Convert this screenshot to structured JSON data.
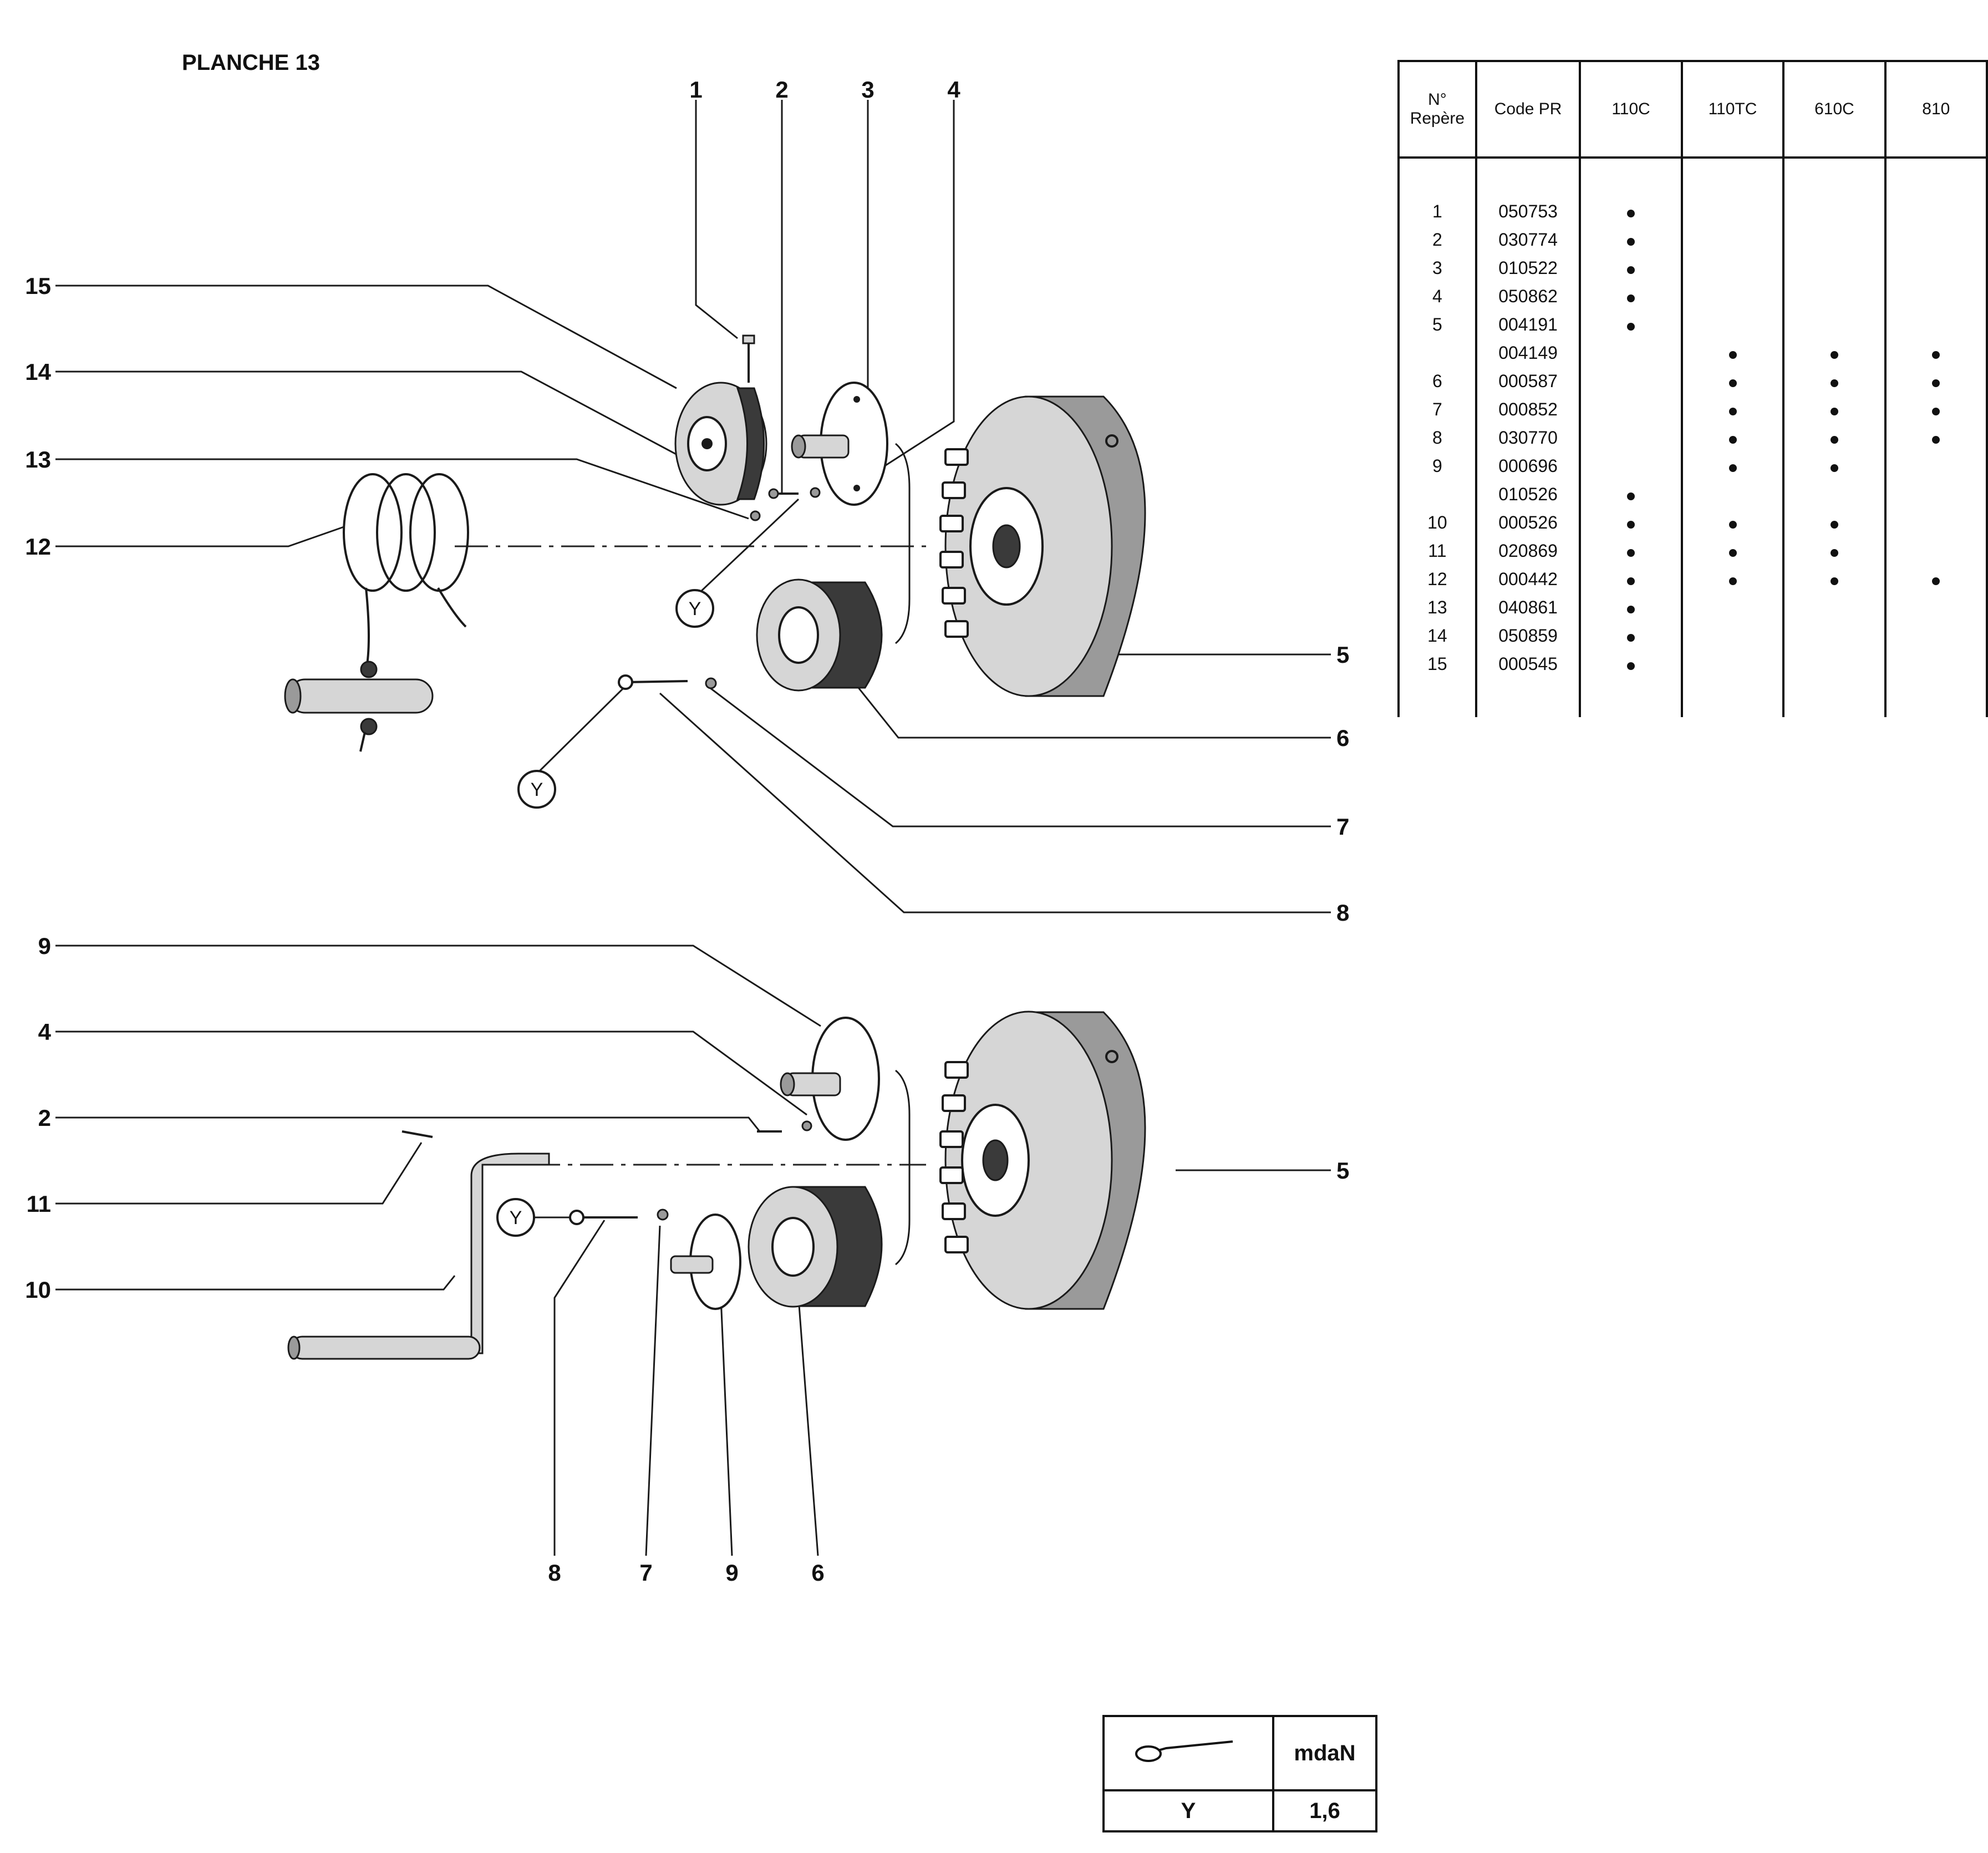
{
  "title": "PLANCHE 13",
  "callouts": {
    "top_numbers": [
      "1",
      "2",
      "3",
      "4"
    ],
    "left_top": [
      "15",
      "14",
      "13",
      "12"
    ],
    "right_top": [
      "5",
      "6",
      "7",
      "8"
    ],
    "left_bottom": [
      "9",
      "4",
      "2",
      "11",
      "10"
    ],
    "right_bottom": [
      "5"
    ],
    "bottom_numbers": [
      "8",
      "7",
      "9",
      "6"
    ],
    "torque_marker": "Y"
  },
  "parts_table": {
    "headers": [
      "N° Repère",
      "Code PR",
      "110C",
      "110TC",
      "610C",
      "810"
    ],
    "rows": [
      {
        "ref": "1",
        "code": "050753",
        "marks": [
          1,
          0,
          0,
          0
        ]
      },
      {
        "ref": "2",
        "code": "030774",
        "marks": [
          1,
          0,
          0,
          0
        ]
      },
      {
        "ref": "3",
        "code": "010522",
        "marks": [
          1,
          0,
          0,
          0
        ]
      },
      {
        "ref": "4",
        "code": "050862",
        "marks": [
          1,
          0,
          0,
          0
        ]
      },
      {
        "ref": "5",
        "code": "004191",
        "marks": [
          1,
          0,
          0,
          0
        ]
      },
      {
        "ref": "",
        "code": "004149",
        "marks": [
          0,
          1,
          1,
          1
        ]
      },
      {
        "ref": "6",
        "code": "000587",
        "marks": [
          0,
          1,
          1,
          1
        ]
      },
      {
        "ref": "7",
        "code": "000852",
        "marks": [
          0,
          1,
          1,
          1
        ]
      },
      {
        "ref": "8",
        "code": "030770",
        "marks": [
          0,
          1,
          1,
          1
        ]
      },
      {
        "ref": "9",
        "code": "000696",
        "marks": [
          0,
          1,
          1,
          0
        ]
      },
      {
        "ref": "",
        "code": "010526",
        "marks": [
          1,
          0,
          0,
          0
        ]
      },
      {
        "ref": "10",
        "code": "000526",
        "marks": [
          1,
          1,
          1,
          0
        ]
      },
      {
        "ref": "11",
        "code": "020869",
        "marks": [
          1,
          1,
          1,
          0
        ]
      },
      {
        "ref": "12",
        "code": "000442",
        "marks": [
          1,
          1,
          1,
          1
        ]
      },
      {
        "ref": "13",
        "code": "040861",
        "marks": [
          1,
          0,
          0,
          0
        ]
      },
      {
        "ref": "14",
        "code": "050859",
        "marks": [
          1,
          0,
          0,
          0
        ]
      },
      {
        "ref": "15",
        "code": "000545",
        "marks": [
          1,
          0,
          0,
          0
        ]
      }
    ]
  },
  "torque_table": {
    "unit": "mdaN",
    "icon": "torque-wrench-icon",
    "marker": "Y",
    "value": "1,6"
  }
}
